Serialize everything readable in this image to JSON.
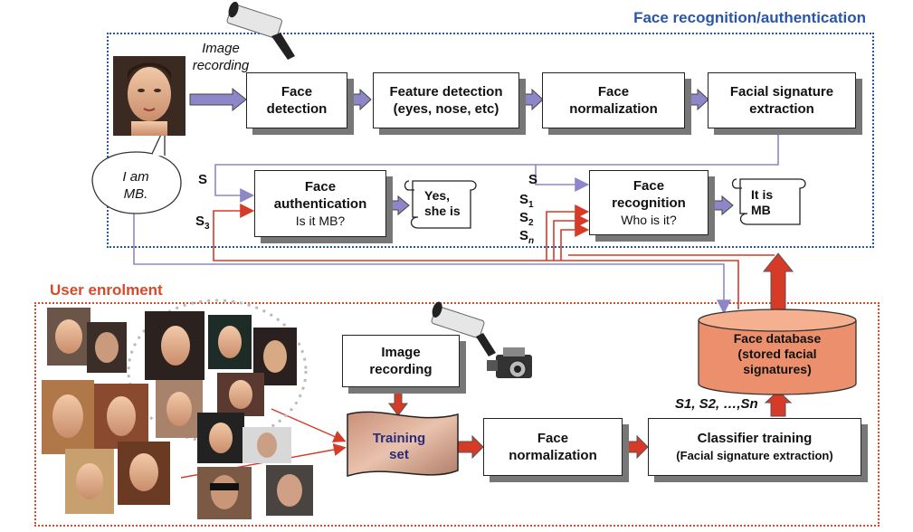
{
  "sections": {
    "recognition_title": "Face recognition/authentication",
    "enrolment_title": "User enrolment"
  },
  "recognition": {
    "image_recording_label": "Image\nrecording",
    "speech_bubble": "I am\nMB.",
    "face_detection": "Face\ndetection",
    "feature_detection": "Feature detection",
    "feature_detection_sub": "(eyes, nose, etc)",
    "face_normalization": "Face\nnormalization",
    "signature_extraction": "Facial signature\nextraction",
    "auth_title": "Face\nauthentication",
    "auth_question": "Is it MB?",
    "auth_result": "Yes,\nshe is",
    "recog_title": "Face\nrecognition",
    "recog_question": "Who is it?",
    "recog_result": "It is\nMB",
    "sig_s_auth": "S",
    "sig_s3": "S",
    "sig_s3_sub": "3",
    "sig_s_recog": "S",
    "sig_s1": "S",
    "sig_s1_sub": "1",
    "sig_s2": "S",
    "sig_s2_sub": "2",
    "sig_sn": "S",
    "sig_sn_sub": "n"
  },
  "enrolment": {
    "image_recording": "Image\nrecording",
    "training_set": "Training\nset",
    "face_normalization": "Face\nnormalization",
    "classifier_training": "Classifier training",
    "classifier_training_sub": "(Facial signature extraction)",
    "face_database": "Face database\n(stored facial\nsignatures)",
    "signatures_label": "S1, S2, …,Sn"
  },
  "colors": {
    "blue_region": "#2a56a8",
    "red_region": "#d64a2c",
    "blue_arrow": "#8d87c9",
    "red_arrow": "#d63b27",
    "database_fill": "#eb8f6c"
  },
  "icons": [
    "security-camera-icon",
    "video-camcorder-icon",
    "face-photo-icon"
  ]
}
